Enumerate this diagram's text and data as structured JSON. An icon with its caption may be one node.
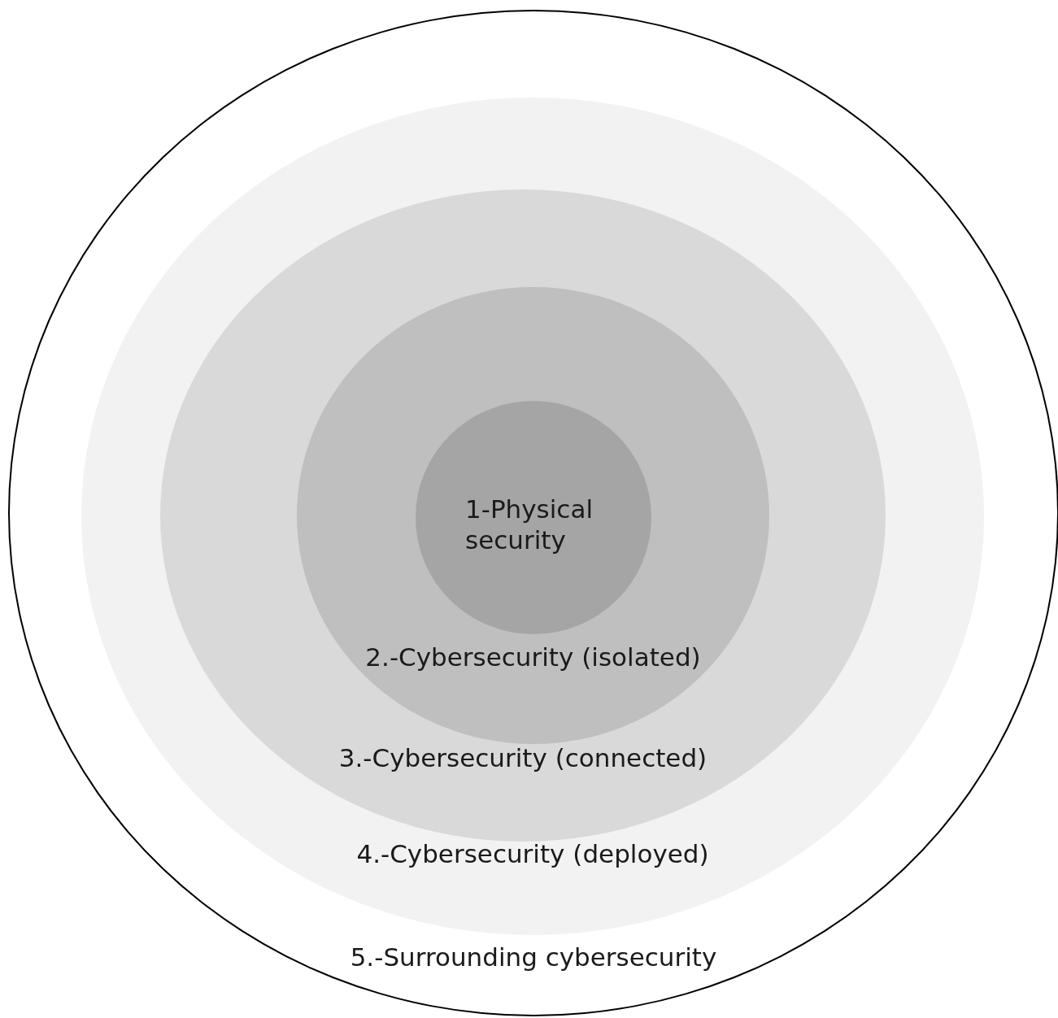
{
  "diagram": {
    "nodes": [
      {
        "text": [
          "5.-Surrounding cybersecurity"
        ]
      },
      {
        "text": [
          "4.-Cybersecurity (deployed)"
        ],
        "in": 0
      },
      {
        "text": [
          "3.-Cybersecurity (connected)"
        ],
        "in": 1
      },
      {
        "text": [
          "2.-Cybersecurity (isolated)"
        ],
        "in": 2
      },
      {
        "text": [
          "1-Physical security"
        ],
        "in": 3
      }
    ]
  }
}
